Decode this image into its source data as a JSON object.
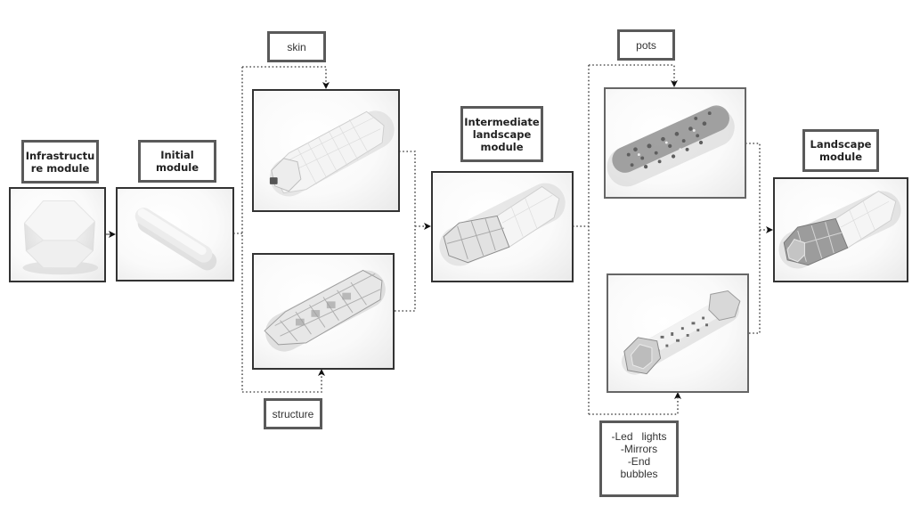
{
  "diagram": {
    "nodes": {
      "infrastructure": {
        "label_line1": "Infrastructu",
        "label_line2": "re module",
        "image": "truncated-octahedron-render"
      },
      "initial": {
        "label_line1": "Initial",
        "label_line2": "module",
        "image": "elongated-capsule-render"
      },
      "skin": {
        "label": "skin",
        "image": "paneled-capsule-skin-render"
      },
      "structure": {
        "label": "structure",
        "image": "frame-structure-capsule-render"
      },
      "intermediate": {
        "label_line1": "Intermediate",
        "label_line2": "landscape",
        "label_line3": "module",
        "image": "half-frame-half-skin-capsule-render"
      },
      "pots": {
        "label": "pots",
        "image": "branching-pots-cluster-render"
      },
      "lights": {
        "image": "dumbbell-with-bubbles-render"
      },
      "led": {
        "line1": "-Led   lights",
        "line2": "-Mirrors",
        "line3": "-End",
        "line4": "bubbles"
      },
      "landscape": {
        "label_line1": "Landscape",
        "label_line2": "module",
        "image": "landscape-capsule-render"
      }
    },
    "edges": [
      {
        "from": "infrastructure",
        "to": "initial",
        "style": "solid-arrow"
      },
      {
        "from": "initial",
        "to": "skin",
        "style": "dotted"
      },
      {
        "from": "initial",
        "to": "structure",
        "style": "dotted"
      },
      {
        "from": "skin",
        "to": "intermediate",
        "style": "dotted"
      },
      {
        "from": "structure",
        "to": "intermediate",
        "style": "dotted"
      },
      {
        "from": "intermediate",
        "to": "pots",
        "style": "dotted"
      },
      {
        "from": "intermediate",
        "to": "lights",
        "style": "dotted"
      },
      {
        "from": "pots",
        "to": "landscape",
        "style": "dotted"
      },
      {
        "from": "lights",
        "to": "landscape",
        "style": "dotted"
      }
    ],
    "colors": {
      "box_border": "#5a5a5a",
      "image_border": "#333333",
      "connector": "#555555",
      "text": "#222222"
    }
  }
}
